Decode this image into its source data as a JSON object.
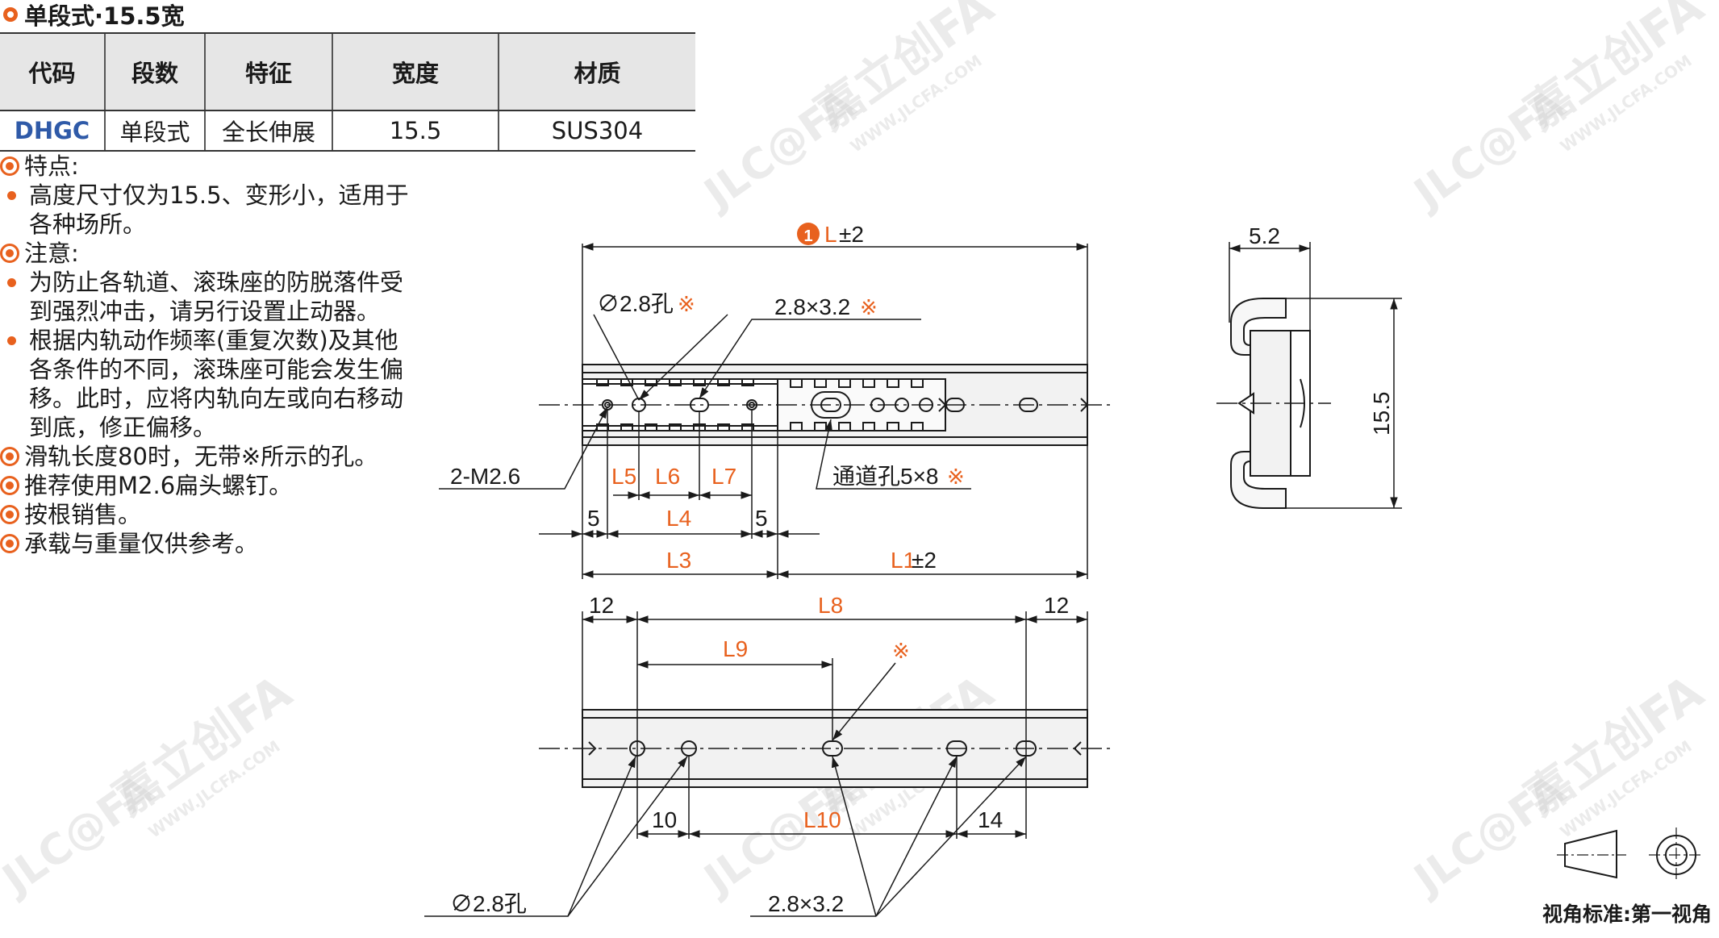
{
  "title": "单段式·15.5宽",
  "table": {
    "headers": [
      "代码",
      "段数",
      "特征",
      "宽度",
      "材质"
    ],
    "row": [
      "DHGC",
      "单段式",
      "全长伸展",
      "15.5",
      "SUS304"
    ]
  },
  "notes": {
    "features_head": "特点:",
    "feature_1": "高度尺寸仅为15.5、变形小，适用于各种场所。",
    "caution_head": "注意:",
    "caution_1": "为防止各轨道、滚珠座的防脱落件受到强烈冲击，请另行设置止动器。",
    "caution_2": "根据内轨动作频率(重复次数)及其他各条件的不同，滚珠座可能会发生偏移。此时，应将内轨向左或向右移动到底，修正偏移。",
    "note_3": "滑轨长度80时，无带※所示的孔。",
    "note_4": "推荐使用M2.6扁头螺钉。",
    "note_5": "按根销售。",
    "note_6": "承载与重量仅供参考。"
  },
  "drawing": {
    "length_badge": "1",
    "dims": {
      "L_total_letter": "L",
      "L_total_tol": "±2",
      "hole_28": "∅2.8孔",
      "slot_28x32": "2.8×3.2",
      "ref_mark": "※",
      "m26": "2-M2.6",
      "through_hole": "通道孔5×8",
      "L5": "L5",
      "L6": "L6",
      "L7": "L7",
      "L4": "L4",
      "L3": "L3",
      "L1": "L1",
      "L1_tol": "±2",
      "five_left": "5",
      "five_right": "5",
      "twelve_left": "12",
      "twelve_right": "12",
      "L8": "L8",
      "L9": "L9",
      "L10": "L10",
      "ten": "10",
      "fourteen": "14",
      "width_52": "5.2",
      "height_155": "15.5",
      "hole_28_bottom": "∅2.8孔",
      "slot_bottom": "2.8×3.2"
    },
    "watermark_logo": "JLC@FA",
    "watermark_cn": "嘉立创FA",
    "watermark_url": "WWW.JLCFA.COM"
  },
  "view_standard": "视角标准:第一视角"
}
